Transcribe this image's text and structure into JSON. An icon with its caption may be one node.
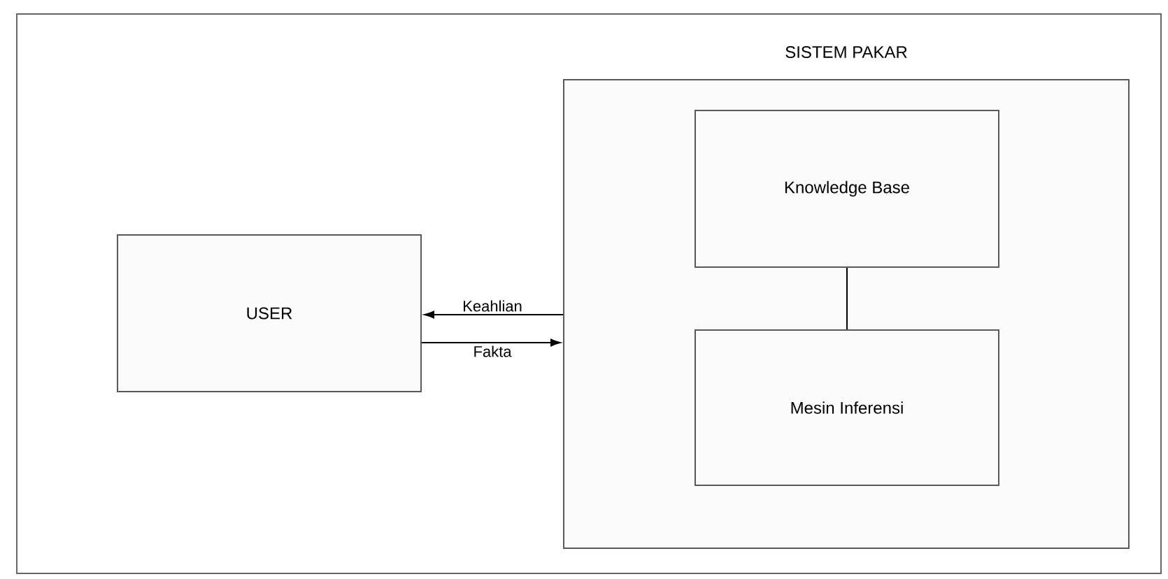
{
  "diagram": {
    "nodes": [
      {
        "text": [
          "USER"
        ]
      },
      {
        "text": [
          "SISTEM PAKAR"
        ]
      },
      {
        "text": [
          "Knowledge Base"
        ],
        "in": 1
      },
      {
        "text": [
          "Mesin Inferensi"
        ],
        "in": 1
      }
    ],
    "edges": [
      {
        "from": 1,
        "to": 0,
        "arrow": "to",
        "label": "Keahlian"
      },
      {
        "from": 0,
        "to": 1,
        "arrow": "to",
        "label": "Fakta"
      },
      {
        "from": 2,
        "to": 3,
        "arrow": "none"
      }
    ]
  }
}
